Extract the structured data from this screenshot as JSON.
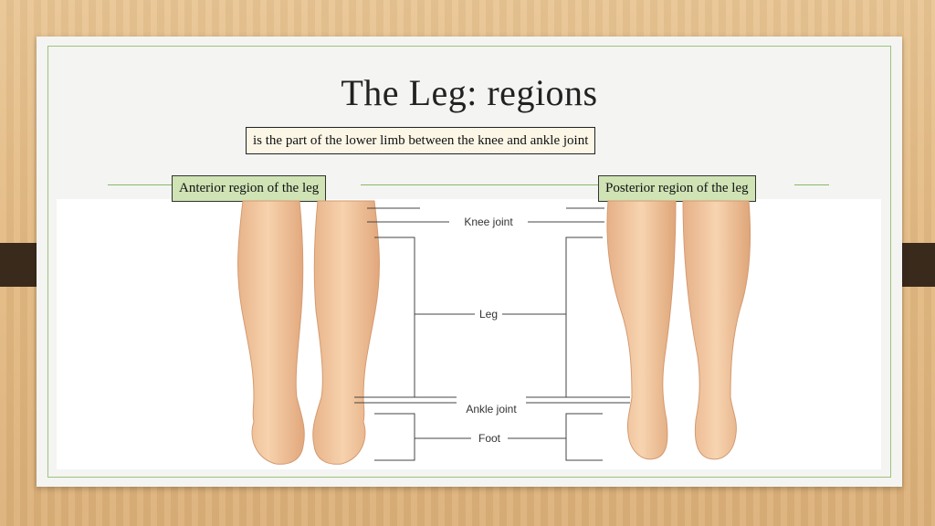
{
  "slide": {
    "title": "The Leg: regions",
    "definition": "is the part of the lower limb between the knee and ankle joint"
  },
  "regions": {
    "anterior": "Anterior region of the leg",
    "posterior": "Posterior region of the leg"
  },
  "diagram_labels": {
    "knee": "Knee joint",
    "leg": "Leg",
    "ankle": "Ankle joint",
    "foot": "Foot"
  },
  "colors": {
    "label_fill": "#cfe3b5",
    "frame_line": "#9cc37a",
    "definition_fill": "#fbf6e6",
    "skin": "#f0c49a"
  }
}
